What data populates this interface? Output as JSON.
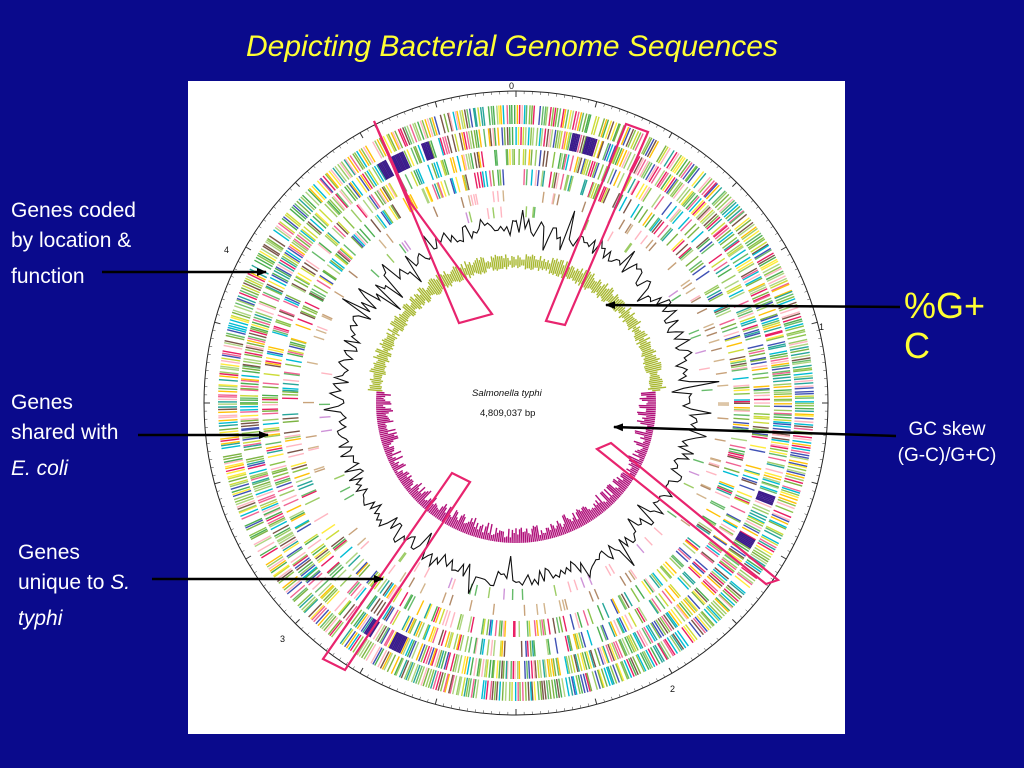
{
  "slide": {
    "title": "Depicting Bacterial Genome Sequences"
  },
  "figure": {
    "organism": "Salmonella typhi",
    "genome_size": "4,809,037 bp",
    "scale_labels": [
      "0",
      "1",
      "2",
      "3",
      "4"
    ]
  },
  "labels": {
    "genes_coded": {
      "line1": "Genes coded",
      "line2": "by location &",
      "line3": "function"
    },
    "genes_shared": {
      "line1": "Genes",
      "line2": "shared with",
      "line3": "E. coli"
    },
    "genes_unique": {
      "line1": "Genes",
      "line2a": "unique to ",
      "line2b": "S.",
      "line3": "typhi"
    },
    "gc_percent": {
      "line1": "%G+",
      "line2": "C"
    },
    "gc_skew": {
      "line1": "GC skew",
      "line2": "(G-C)/G+C)"
    }
  },
  "colors": {
    "background": "#0A0A8C",
    "title": "#FFFF33",
    "highlight_box": "#E8246E",
    "gc_content_trace": "#111111",
    "gc_skew_positive": "#A8B830",
    "gc_skew_negative": "#B0107A"
  }
}
